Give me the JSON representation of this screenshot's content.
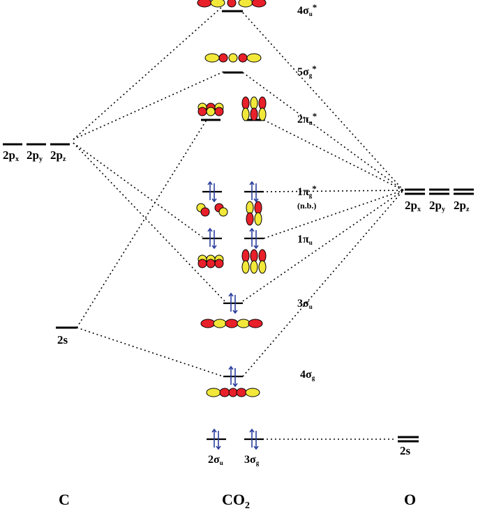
{
  "atoms": {
    "left": "C",
    "center": "CO",
    "center_sub": "2",
    "right": "O"
  },
  "carbon": {
    "p_labels": [
      {
        "main": "2p",
        "sub": "x"
      },
      {
        "main": "2p",
        "sub": "y"
      },
      {
        "main": "2p",
        "sub": "z"
      }
    ],
    "s_label": "2s"
  },
  "oxygen": {
    "p_labels": [
      {
        "main": "2p",
        "sub": "x"
      },
      {
        "main": "2p",
        "sub": "y"
      },
      {
        "main": "2p",
        "sub": "z"
      }
    ],
    "s_label": "2s"
  },
  "mo_labels": {
    "s4u_star": {
      "main": "4σ",
      "sub": "u",
      "sup": "*"
    },
    "s5g_star": {
      "main": "5σ",
      "sub": "g",
      "sup": "*"
    },
    "p2u_star": {
      "main": "2π",
      "sub": "u",
      "sup": "*"
    },
    "p1g": {
      "main": "1π",
      "sub": "g",
      "sup": "*"
    },
    "p1g_note": "(n.b.)",
    "p1u": {
      "main": "1π",
      "sub": "u",
      "sup": ""
    },
    "s3u": {
      "main": "3σ",
      "sub": "u",
      "sup": ""
    },
    "s4g": {
      "main": "4σ",
      "sub": "g",
      "sup": ""
    }
  },
  "core_labels": {
    "s2u": {
      "main": "2σ",
      "sub": "u"
    },
    "s3g": {
      "main": "3σ",
      "sub": "g"
    }
  },
  "colors": {
    "lobe_red": "#e8202a",
    "lobe_yellow": "#f2e83a",
    "electron_arrow": "#2b3f9e",
    "line": "#000000"
  }
}
